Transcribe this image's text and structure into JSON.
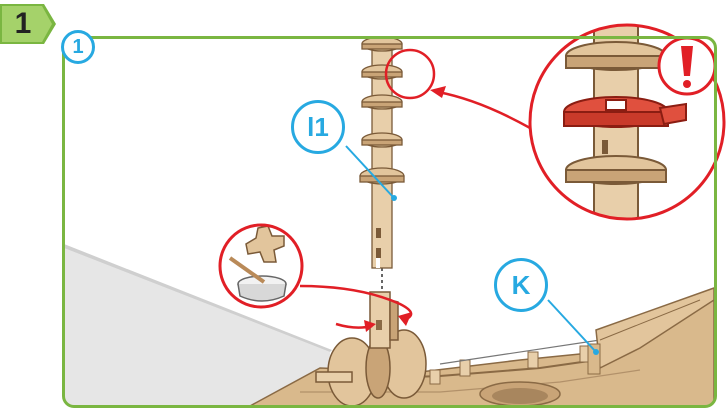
{
  "step": {
    "number": "1"
  },
  "substep": {
    "number": "1"
  },
  "callouts": {
    "part_l1": "l1",
    "part_k": "K"
  },
  "colors": {
    "frame": "#7ab641",
    "callout": "#27a9e1",
    "highlight": "#e11f26",
    "wood": "#e8cfaa"
  },
  "icons": [
    "glue-bowl-icon",
    "warning-exclamation-icon"
  ]
}
